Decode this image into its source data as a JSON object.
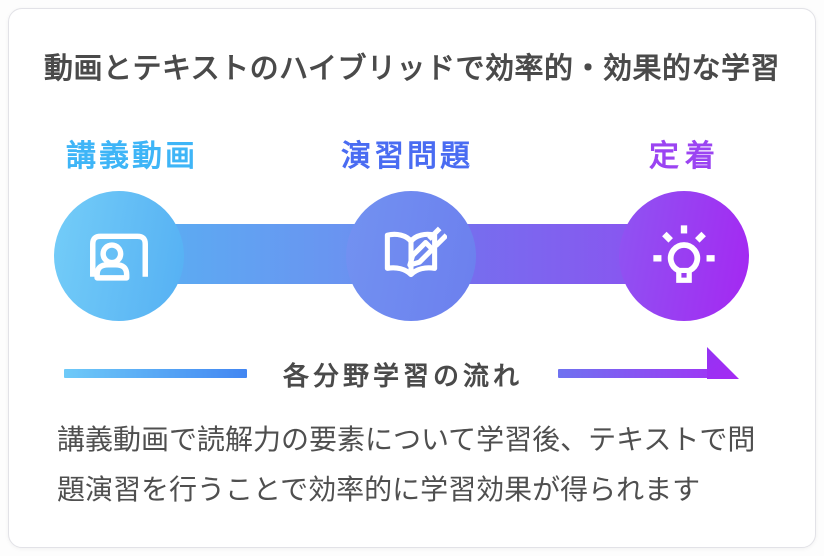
{
  "title": "動画とテキストのハイブリッドで効率的・効果的な学習",
  "steps": [
    {
      "label": "講義動画",
      "icon": "lecture-video-icon",
      "label_color": "#3eb5f7",
      "circle_color": "#66c3f5"
    },
    {
      "label": "演習問題",
      "icon": "book-pencil-icon",
      "label_color": "#4a6cf2",
      "circle_color": "#7189f0"
    },
    {
      "label": "定着",
      "icon": "lightbulb-icon",
      "label_color": "#9b44f2",
      "circle_color": "#9a3df2"
    }
  ],
  "flow_arrow": {
    "label": "各分野学習の流れ",
    "left_gradient": [
      "#6ecaf8",
      "#4286f2"
    ],
    "right_gradient": [
      "#6f72f0",
      "#a52af3"
    ]
  },
  "description": {
    "line1": "講義動画で読解力の要素について学習後、テキストで問",
    "line2": "題演習を行うことで効率的に学習効果が得られます"
  },
  "colors": {
    "text": "#4a4a4a",
    "body_text": "#4f4f4f",
    "card_background": "#ffffff",
    "card_border": "#e2e2e7",
    "gradient_start": "#74cdf8",
    "gradient_mid": "#7189f1",
    "gradient_end": "#a527f2"
  }
}
